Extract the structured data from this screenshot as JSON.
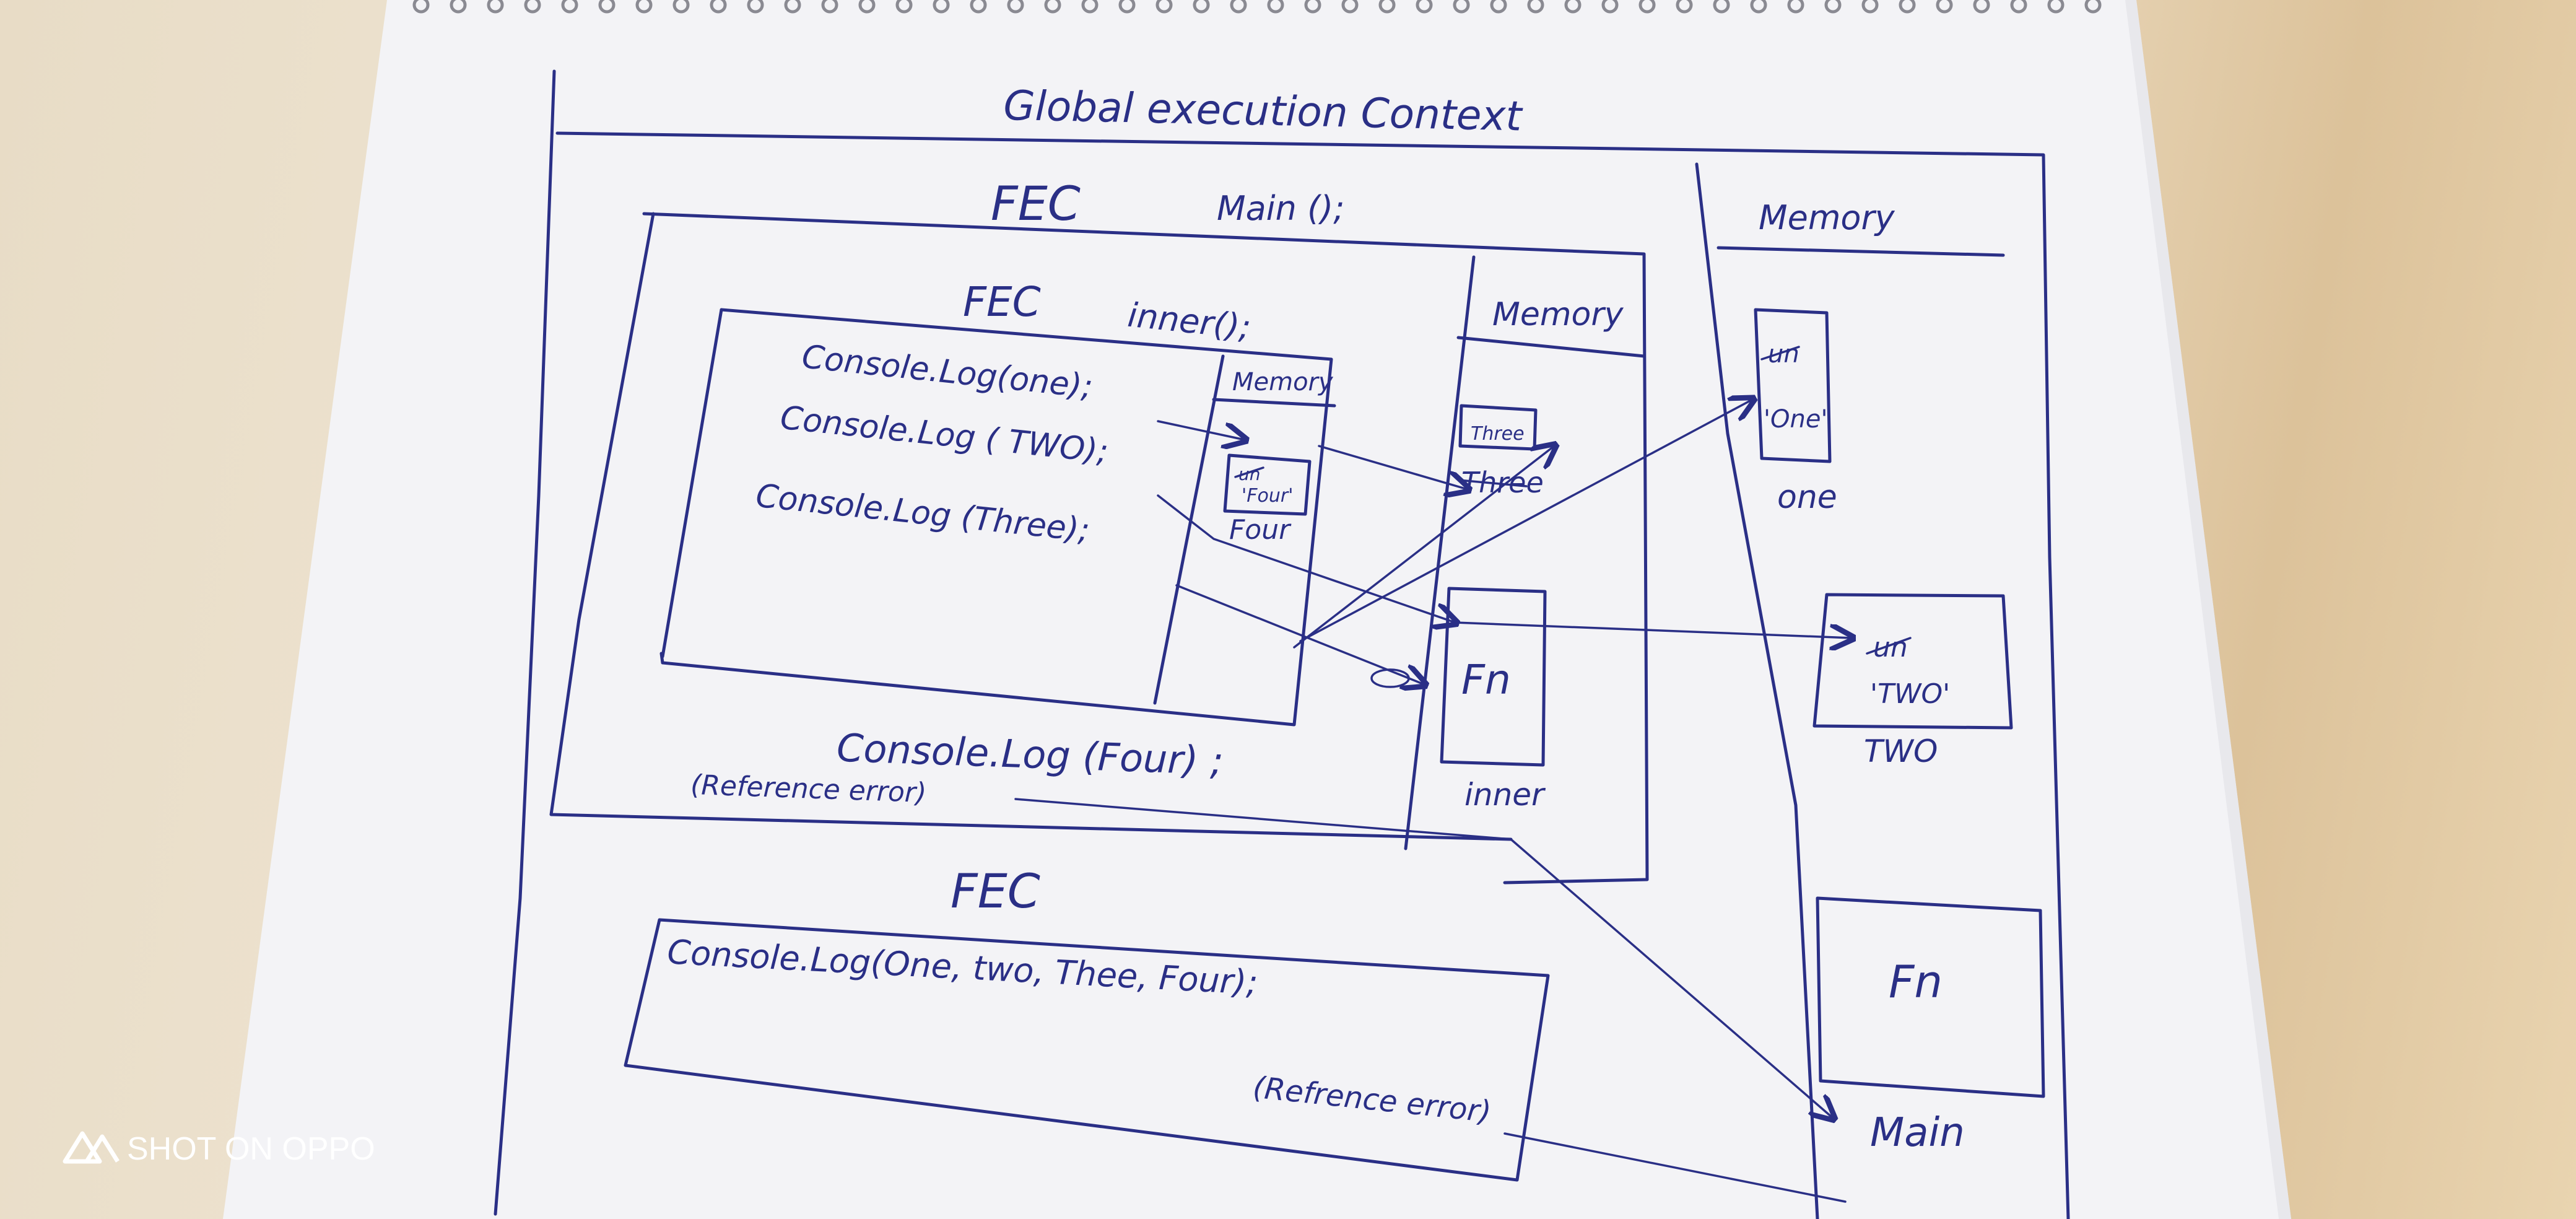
{
  "diagram": {
    "global": {
      "title": "Global execution Context"
    },
    "main_fec": {
      "label": "FEC",
      "call": "Main ();"
    },
    "inner_fec": {
      "label": "FEC",
      "call": "inner();",
      "lines": [
        "Console.Log(one);",
        "Console.Log ( TWO);",
        "Console.Log (Three);"
      ],
      "memory": {
        "header": "Memory",
        "box_text": "'Four'",
        "var": "Four"
      }
    },
    "main_memory": {
      "header": "Memory",
      "box1_text": "Three",
      "var1": "Three",
      "box2_text": "Fn",
      "var2": "inner"
    },
    "main_tail": {
      "line": "Console.Log (Four) ;",
      "note": "(Reference error)"
    },
    "global_memory": {
      "header": "Memory",
      "box1_text": "'One'",
      "var1": "one",
      "box2_text": "'TWO'",
      "var2": "TWO",
      "box3_text": "Fn",
      "var3": "Main"
    },
    "bottom_fec": {
      "label": "FEC",
      "line": "Console.Log(One, two, Thee, Four);",
      "note": "(Refrence error)"
    },
    "strike_text": "un"
  },
  "watermark": {
    "text": "SHOT ON OPPO"
  },
  "colors": {
    "ink": "#2a2f86",
    "paper": "#f4f4f6",
    "table": "#e9dcc4"
  }
}
